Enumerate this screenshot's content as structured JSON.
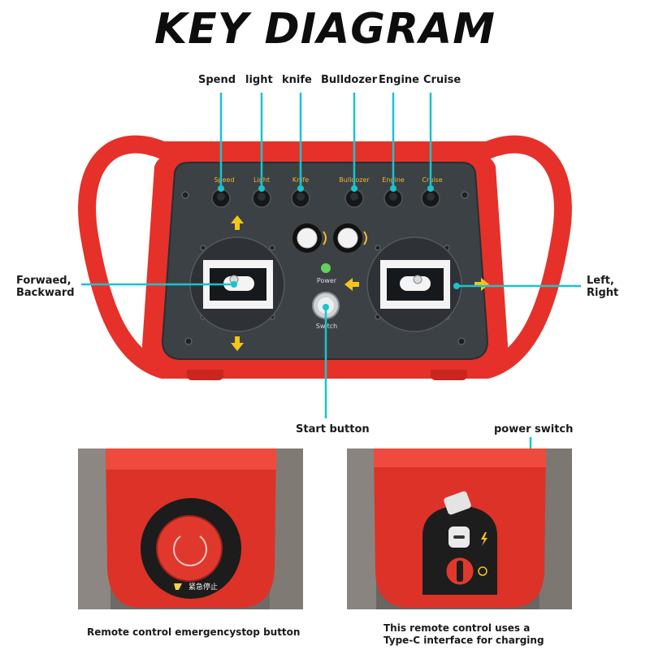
{
  "title": "KEY DIAGRAM",
  "callouts": {
    "speed": "Spend",
    "light": "light",
    "knife": "knife",
    "bulldozer": "Bulldozer",
    "engine": "Engine",
    "cruise": "Cruise",
    "left_joystick": "Forwaed,\nBackward",
    "right_joystick": "Left,\nRight",
    "start": "Start button",
    "power_switch": "power switch"
  },
  "panel_labels": {
    "speed": "Speed",
    "light": "Light",
    "knife": "Knife",
    "bulldozer": "Bulldozer",
    "engine": "Engine",
    "cruise": "Cruise",
    "power": "Power",
    "switch": "Switch",
    "estop_chinese": "紧急停止"
  },
  "captions": {
    "left": "Remote control emergencystop button",
    "right": "This remote control uses a\nType-C interface for charging"
  },
  "colors": {
    "callout_line": "#19c4cc",
    "housing_red": "#e5312a",
    "panel_dark": "#3c4146",
    "arrow_yellow": "#f5c518",
    "indicator_green": "#5fd35a"
  }
}
